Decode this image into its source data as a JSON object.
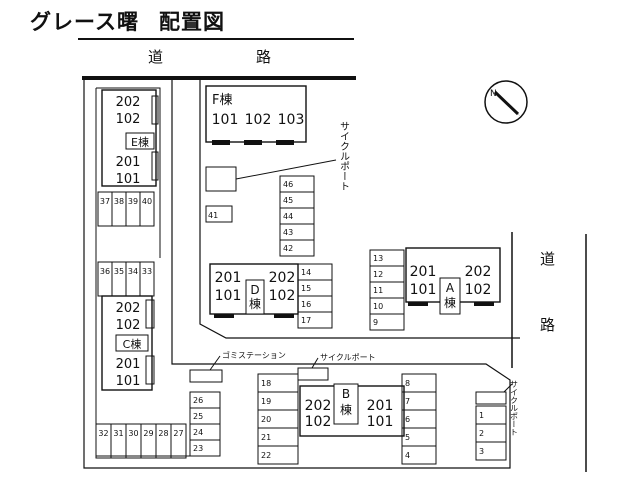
{
  "title": {
    "name": "グレース曙",
    "subtitle": "配置図"
  },
  "roads": {
    "top": [
      "道",
      "路"
    ],
    "right": [
      "道",
      "路"
    ]
  },
  "buildings": {
    "F": {
      "label": "F棟",
      "rooms": [
        "101",
        "102",
        "103"
      ]
    },
    "E": {
      "label": "E棟",
      "upper": "202",
      "upper2": "102",
      "lower": "201",
      "lower2": "101"
    },
    "D": {
      "label1": "D",
      "label2": "棟",
      "left_top": "201",
      "left_bot": "101",
      "right_top": "202",
      "right_bot": "102"
    },
    "C": {
      "label": "C棟",
      "upper": "202",
      "upper2": "102",
      "lower": "201",
      "lower2": "101"
    },
    "A": {
      "label1": "A",
      "label2": "棟",
      "left_top": "201",
      "left_bot": "101",
      "right_top": "202",
      "right_bot": "102"
    },
    "B": {
      "label1": "B",
      "label2": "棟",
      "left_top": "202",
      "left_bot": "102",
      "right_top": "201",
      "right_bot": "101"
    }
  },
  "labels": {
    "cycle_port_upper": "サイクルポート",
    "cycle_port_middle": "サイクルポート",
    "cycle_port_right": "サイクルポート",
    "garbage_station": "ゴミステーション"
  },
  "parking": {
    "e_block": [
      "37",
      "38",
      "39",
      "40"
    ],
    "c_block_top": [
      "36",
      "35",
      "34",
      "33"
    ],
    "bottom_row": [
      "32",
      "31",
      "30",
      "29",
      "28",
      "27"
    ],
    "left_column": [
      "26",
      "25",
      "24",
      "23"
    ],
    "top_column": [
      "46",
      "45",
      "44",
      "43",
      "42"
    ],
    "single": "41",
    "d_right_column": [
      "14",
      "15",
      "16",
      "17"
    ],
    "a_left_column": [
      "13",
      "12",
      "11",
      "10",
      "9"
    ],
    "b_left_column": [
      "18",
      "19",
      "20",
      "21",
      "22"
    ],
    "b_right_column": [
      "8",
      "7",
      "6",
      "5",
      "4"
    ],
    "right_column": [
      "1",
      "2",
      "3"
    ]
  },
  "compass": {
    "north": "N"
  }
}
